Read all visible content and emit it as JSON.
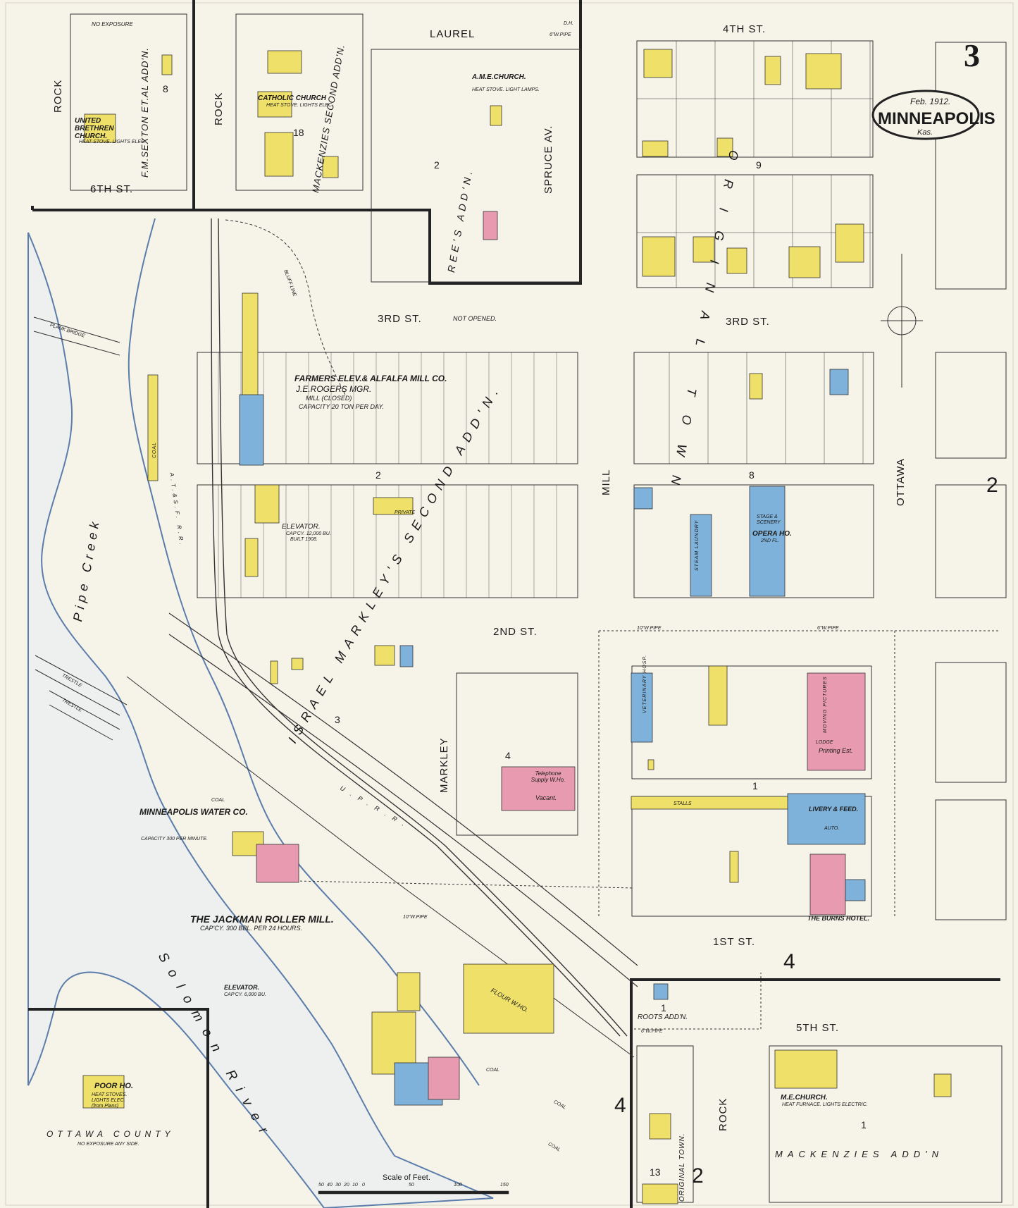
{
  "sheet": {
    "number": "3"
  },
  "title": {
    "date": "Feb. 1912.",
    "city": "MINNEAPOLIS",
    "state": "Kas."
  },
  "streets": {
    "laurel": "LAUREL",
    "fourth": "4TH ST.",
    "sixth": "6TH ST.",
    "third": "3RD ST.",
    "third_note": "NOT OPENED.",
    "third_east": "3RD ST.",
    "second": "2ND ST.",
    "first": "1ST ST.",
    "fifth": "5TH ST.",
    "rock_left": "ROCK",
    "rock_mid": "ROCK",
    "rock_bottom": "ROCK",
    "spruce": "SPRUCE AV.",
    "mill": "MILL",
    "ottawa": "OTTAWA",
    "markley": "MARKLEY"
  },
  "additions": {
    "sexton": "F.M.SEXTON ET.AL ADD'N.",
    "mackenzie_second": "MACKENZIES SECOND ADD'N.",
    "rees": "REE'S ADD'N.",
    "markley_second": "ISRAEL MARKLEY'S SECOND ADD'N.",
    "original_town": "ORIGINAL TOWN",
    "original_town_short": "ORIGINAL TOWN.",
    "roots": "ROOTS ADD'N.",
    "mackenzies": "MACKENZIES ADD'N"
  },
  "blocks": {
    "b8_top": "8",
    "b18": "18",
    "b2_top": "2",
    "b9": "9",
    "b2_mid": "2",
    "b8_mid": "8",
    "b3": "3",
    "b4": "4",
    "b1": "1",
    "b1_roots": "1",
    "b13": "13",
    "b1_mack": "1"
  },
  "sheet_refs": {
    "east": "2",
    "south_mid": "4",
    "south_left": "4",
    "south_bottom": "2"
  },
  "labels": {
    "united_brethren": "UNITED BRETHREN CHURCH.",
    "ub_note": "HEAT STOVE. LIGHTS ELEC.",
    "catholic": "CATHOLIC CHURCH",
    "catholic_note": "HEAT STOVE. LIGHTS ELEC.",
    "ame": "A.M.E.CHURCH.",
    "ame_note": "HEAT STOVE. LIGHT LAMPS.",
    "no_exposure": "NO EXPOSURE",
    "farmers": "FARMERS ELEV.& ALFALFA MILL CO.",
    "rogers": "J.E.ROGERS MGR.",
    "mill_closed": "MILL (CLOSED)",
    "capacity": "CAPACITY 20 TON PER DAY.",
    "elevator": "ELEVATOR.",
    "elevator_cap": "CAP'CY. 12,000 BU.",
    "elevator_built": "BUILT 1908.",
    "water_co": "MINNEAPOLIS WATER CO.",
    "water_capacity": "CAPACITY 300 PER MINUTE.",
    "jackman": "THE JACKMAN ROLLER MILL.",
    "jackman_cap": "CAP'CY. 300 BBL. PER 24 HOURS.",
    "jackman_elev": "ELEVATOR.",
    "jackman_elev_cap": "CAP'CY. 6,000 BU.",
    "flour_wh": "FLOUR W.HO.",
    "telephone": "Telephone Supply W.Ho.",
    "vacant": "Vacant.",
    "opera": "OPERA HO.",
    "opera_floor": "2ND FL.",
    "stage": "STAGE & SCENERY",
    "steam_laundry": "STEAM LAUNDRY",
    "veterinary": "VETERINARY HOSP.",
    "moving_pictures": "MOVING PICTURES",
    "printing": "Printing Est.",
    "lodge": "LODGE",
    "livery": "LIVERY & FEED.",
    "auto": "AUTO.",
    "burns_hotel": "THE BURNS HOTEL.",
    "me_church": "M.E.CHURCH.",
    "me_note": "HEAT FURNACE. LIGHTS ELECTRIC.",
    "poor_ho": "POOR HO.",
    "poor_note": "HEAT STOVES. LIGHTS ELEC. (from Plans)",
    "ottawa_county": "OTTAWA COUNTY",
    "no_exposure_any": "NO EXPOSURE ANY SIDE.",
    "plank_bridge": "PLANK BRIDGE",
    "trestle": "TRESTLE",
    "coal": "COAL",
    "stalls": "STALLS",
    "private": "PRIVATE",
    "pipe_creek": "Pipe Creek",
    "solomon": "Solomon River",
    "bluff_line": "BLUFF LINE",
    "upr": "U.P.R.R.",
    "atsf": "A.T.&S.F. R.R.",
    "scale": "Scale of Feet.",
    "scale_ticks": [
      "50",
      "40",
      "30",
      "20",
      "10",
      "0",
      "50",
      "100",
      "150"
    ],
    "water_pipe_6": "6\"W.PIPE",
    "water_pipe_10": "10\"W.PIPE",
    "dh": "D.H."
  },
  "colors": {
    "paper": "#f6f3e9",
    "frame": "#222222",
    "frame_edge": "#d6d2c4",
    "river_line": "#5b7dab",
    "water_fill": "#eef0ef",
    "frame_building": "#efe06a",
    "brick_building": "#e89bb0",
    "stone_building": "#7fb2da",
    "line": "#333333"
  }
}
